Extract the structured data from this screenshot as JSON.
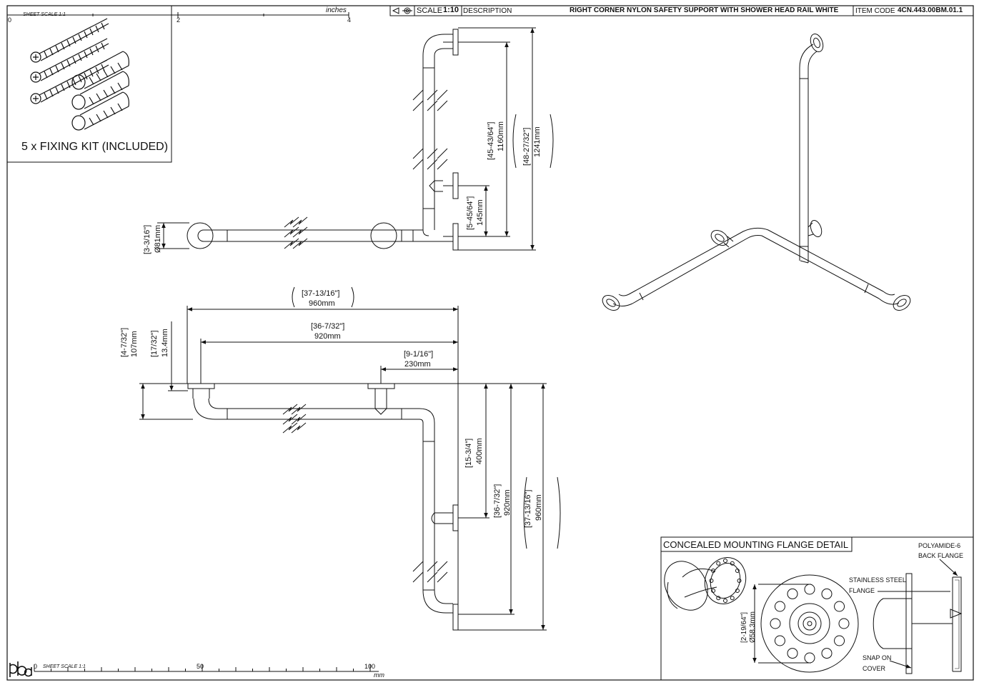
{
  "title_block": {
    "scale_label": "SCALE",
    "scale_value": "1:10",
    "description_label": "DESCRIPTION",
    "description": "RIGHT CORNER NYLON SAFETY SUPPORT WITH SHOWER HEAD RAIL WHITE",
    "item_code_label": "ITEM CODE",
    "item_code": "4CN.443.00BM.01.1"
  },
  "inch_scale": {
    "label": "inches",
    "sheet_scale": "SHEET SCALE 1:1",
    "ticks": [
      "0",
      "2",
      "4"
    ]
  },
  "mm_scale": {
    "label": "mm",
    "sheet_scale": "SHEET SCALE 1:1",
    "ticks": [
      "0",
      "50",
      "100"
    ]
  },
  "fixing_kit": {
    "caption": "5 x FIXING KIT (INCLUDED)"
  },
  "front_view": {
    "dims": {
      "flange_h_in": "[3-3/16\"]",
      "flange_h_mm": "Ø81mm",
      "height_1160_in": "[45-43/64\"]",
      "height_1160_mm": "1160mm",
      "height_1241_in": "[48-27/32\"]",
      "height_1241_mm": "1241mm",
      "height_145_in": "[5-45/64\"]",
      "height_145_mm": "145mm"
    }
  },
  "top_view": {
    "dims": {
      "w960_in": "[37-13/16\"]",
      "w960_mm": "960mm",
      "w920_in": "[36-7/32\"]",
      "w920_mm": "920mm",
      "w230_in": "[9-1/16\"]",
      "w230_mm": "230mm",
      "d107_in": "[4-7/32\"]",
      "d107_mm": "107mm",
      "d134_in": "[17/32\"]",
      "d134_mm": "13.4mm",
      "v400_in": "[15-3/4\"]",
      "v400_mm": "400mm",
      "v920_in": "[36-7/32\"]",
      "v920_mm": "920mm",
      "v960_in": "[37-13/16\"]",
      "v960_mm": "960mm"
    }
  },
  "flange_detail": {
    "title": "CONCEALED MOUNTING FLANGE DETAIL",
    "dia_in": "[2-19/64\"]",
    "dia_mm": "Ø58.3mm",
    "callout_back_1": "POLYAMIDE-6",
    "callout_back_2": "BACK FLANGE",
    "callout_steel_1": "STAINLESS STEEL",
    "callout_steel_2": "FLANGE",
    "callout_cover_1": "SNAP ON",
    "callout_cover_2": "COVER"
  },
  "logo": "pba"
}
